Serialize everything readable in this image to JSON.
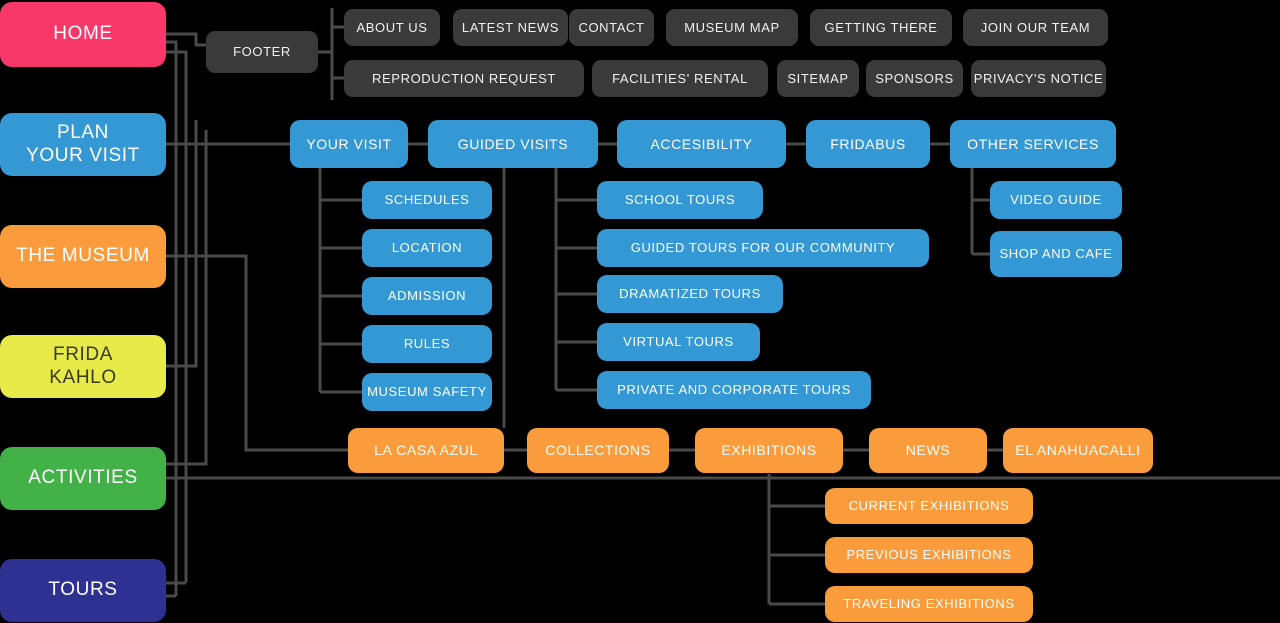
{
  "diagram": {
    "title": "Museum Website Sitemap",
    "background": "#000000",
    "connector_color": "#4a4a4a",
    "palette": {
      "pink": "#f9386a",
      "blue": "#3498d4",
      "orange": "#fb9c3c",
      "yellow": "#e8ea4a",
      "green": "#42b248",
      "navy": "#2e3191",
      "dark": "#3a3a3a"
    }
  },
  "nodes": {
    "home": {
      "label": "HOME",
      "color": "#f9386a"
    },
    "footer": {
      "label": "FOOTER",
      "color": "#3a3a3a"
    },
    "footer_links": [
      {
        "label": "ABOUT US"
      },
      {
        "label": "LATEST NEWS"
      },
      {
        "label": "CONTACT"
      },
      {
        "label": "MUSEUM MAP"
      },
      {
        "label": "GETTING THERE"
      },
      {
        "label": "JOIN OUR TEAM"
      },
      {
        "label": "REPRODUCTION REQUEST"
      },
      {
        "label": "FACILITIES' RENTAL"
      },
      {
        "label": "SITEMAP"
      },
      {
        "label": "SPONSORS"
      },
      {
        "label": "PRIVACY'S NOTICE"
      }
    ],
    "plan_your_visit": {
      "label": "PLAN\nYOUR VISIT",
      "color": "#3498d4"
    },
    "the_museum": {
      "label": "THE MUSEUM",
      "color": "#fb9c3c"
    },
    "frida_kahlo": {
      "label": "FRIDA\nKAHLO",
      "color": "#e8ea4a"
    },
    "activities": {
      "label": "ACTIVITIES",
      "color": "#42b248"
    },
    "tours": {
      "label": "TOURS",
      "color": "#2e3191"
    },
    "your_visit": {
      "label": "YOUR VISIT",
      "color": "#3498d4"
    },
    "guided_visits": {
      "label": "GUIDED VISITS",
      "color": "#3498d4"
    },
    "accesibility": {
      "label": "ACCESIBILITY",
      "color": "#3498d4"
    },
    "fridabus": {
      "label": "FRIDABUS",
      "color": "#3498d4"
    },
    "other_services": {
      "label": "OTHER SERVICES",
      "color": "#3498d4"
    },
    "your_visit_children": [
      {
        "label": "SCHEDULES"
      },
      {
        "label": "LOCATION"
      },
      {
        "label": "ADMISSION"
      },
      {
        "label": "RULES"
      },
      {
        "label": "MUSEUM SAFETY"
      }
    ],
    "guided_visits_children": [
      {
        "label": "SCHOOL TOURS"
      },
      {
        "label": "GUIDED TOURS FOR OUR COMMUNITY"
      },
      {
        "label": "DRAMATIZED TOURS"
      },
      {
        "label": "VIRTUAL TOURS"
      },
      {
        "label": "PRIVATE AND CORPORATE TOURS"
      }
    ],
    "other_services_children": [
      {
        "label": "VIDEO GUIDE"
      },
      {
        "label": "SHOP AND CAFE"
      }
    ],
    "la_casa_azul": {
      "label": "LA CASA AZUL",
      "color": "#fb9c3c"
    },
    "collections": {
      "label": "COLLECTIONS",
      "color": "#fb9c3c"
    },
    "exhibitions": {
      "label": "EXHIBITIONS",
      "color": "#fb9c3c"
    },
    "news": {
      "label": "NEWS",
      "color": "#fb9c3c"
    },
    "el_anahuacalli": {
      "label": "EL ANAHUACALLI",
      "color": "#fb9c3c"
    },
    "exhibitions_children": [
      {
        "label": "CURRENT EXHIBITIONS"
      },
      {
        "label": "PREVIOUS EXHIBITIONS"
      },
      {
        "label": "TRAVELING EXHIBITIONS"
      }
    ]
  }
}
